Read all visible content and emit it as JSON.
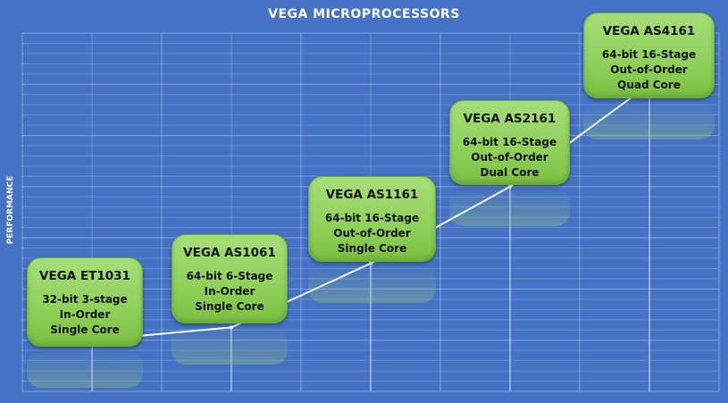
{
  "chart_data": {
    "type": "line",
    "title": "VEGA MICROPROCESSORS",
    "xlabel": "",
    "ylabel": "PERFORMANCE",
    "ylim": [
      0,
      7
    ],
    "grid": true,
    "x": [
      1,
      2,
      3,
      4,
      5
    ],
    "values": [
      1,
      1.25,
      2.5,
      4,
      6
    ],
    "labels": [
      {
        "name": "VEGA ET1031",
        "lines": [
          "32-bit 3-stage",
          "In-Order",
          "Single Core"
        ]
      },
      {
        "name": "VEGA AS1061",
        "lines": [
          "64-bit 6-Stage",
          "In-Order",
          "Single Core"
        ]
      },
      {
        "name": "VEGA AS1161",
        "lines": [
          "64-bit 16-Stage",
          "Out-of-Order",
          "Single Core"
        ]
      },
      {
        "name": "VEGA AS2161",
        "lines": [
          "64-bit 16-Stage",
          "Out-of-Order",
          "Dual Core"
        ]
      },
      {
        "name": "VEGA AS4161",
        "lines": [
          "64-bit 16-Stage",
          "Out-of-Order",
          "Quad Core"
        ]
      }
    ],
    "colors": {
      "background": "#4472c4",
      "label_fill": "#92d050",
      "line": "#ffffff"
    }
  }
}
